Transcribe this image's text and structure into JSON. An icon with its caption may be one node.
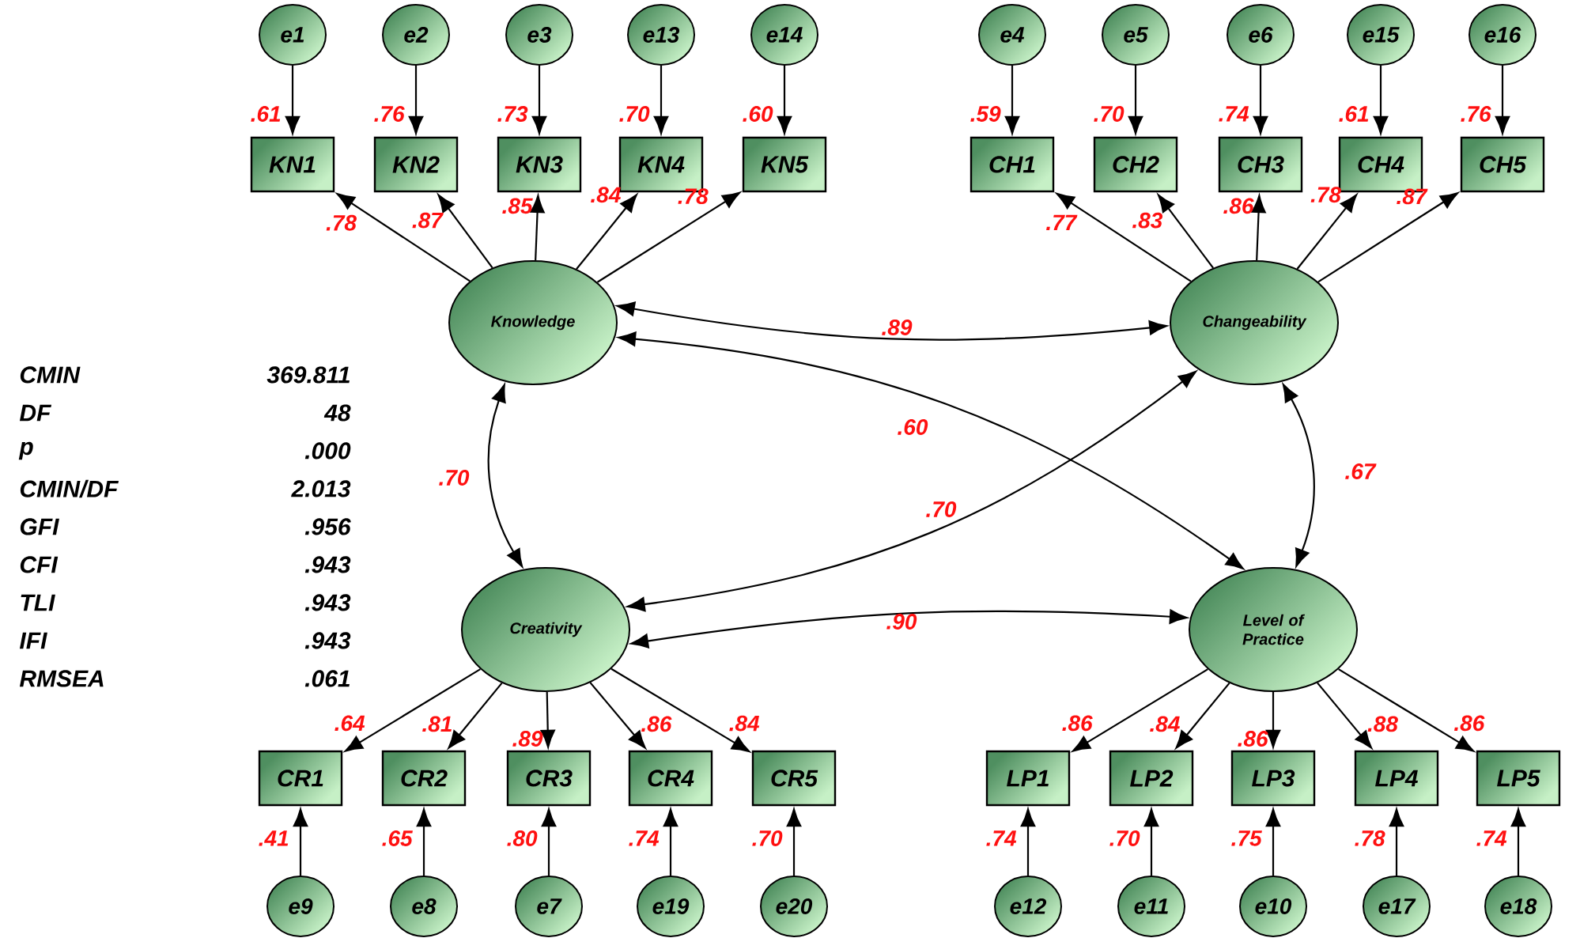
{
  "diagram": {
    "nodes": [
      {
        "text": [
          "e1"
        ]
      },
      {
        "text": [
          "e2"
        ]
      },
      {
        "text": [
          "e3"
        ]
      },
      {
        "text": [
          "e13"
        ]
      },
      {
        "text": [
          "e14"
        ]
      },
      {
        "text": [
          "e4"
        ]
      },
      {
        "text": [
          "e5"
        ]
      },
      {
        "text": [
          "e6"
        ]
      },
      {
        "text": [
          "e15"
        ]
      },
      {
        "text": [
          "e16"
        ]
      },
      {
        "text": [
          "KN1"
        ],
        "beside": [
          ".61"
        ]
      },
      {
        "text": [
          "KN2"
        ],
        "beside": [
          ".76"
        ]
      },
      {
        "text": [
          "KN3"
        ],
        "beside": [
          ".73"
        ]
      },
      {
        "text": [
          "KN4"
        ],
        "beside": [
          ".70"
        ]
      },
      {
        "text": [
          "KN5"
        ],
        "beside": [
          ".60"
        ]
      },
      {
        "text": [
          "CH1"
        ],
        "beside": [
          ".59"
        ]
      },
      {
        "text": [
          "CH2"
        ],
        "beside": [
          ".70"
        ]
      },
      {
        "text": [
          "CH3"
        ],
        "beside": [
          ".74"
        ]
      },
      {
        "text": [
          "CH4"
        ],
        "beside": [
          ".61"
        ]
      },
      {
        "text": [
          "CH5"
        ],
        "beside": [
          ".76"
        ]
      },
      {
        "text": [
          "Knowledge"
        ]
      },
      {
        "text": [
          "Changeability"
        ]
      },
      {
        "text": [
          "Creativity"
        ]
      },
      {
        "text": [
          "Level of Practice"
        ]
      },
      {
        "text": [
          "CR1"
        ],
        "beside": [
          ".41"
        ]
      },
      {
        "text": [
          "CR2"
        ],
        "beside": [
          ".65"
        ]
      },
      {
        "text": [
          "CR3"
        ],
        "beside": [
          ".80"
        ]
      },
      {
        "text": [
          "CR4"
        ],
        "beside": [
          ".74"
        ]
      },
      {
        "text": [
          "CR5"
        ],
        "beside": [
          ".70"
        ]
      },
      {
        "text": [
          "LP1"
        ],
        "beside": [
          ".74"
        ]
      },
      {
        "text": [
          "LP2"
        ],
        "beside": [
          ".70"
        ]
      },
      {
        "text": [
          "LP3"
        ],
        "beside": [
          ".75"
        ]
      },
      {
        "text": [
          "LP4"
        ],
        "beside": [
          ".78"
        ]
      },
      {
        "text": [
          "LP5"
        ],
        "beside": [
          ".74"
        ]
      },
      {
        "text": [
          "e9"
        ]
      },
      {
        "text": [
          "e8"
        ]
      },
      {
        "text": [
          "e7"
        ]
      },
      {
        "text": [
          "e19"
        ]
      },
      {
        "text": [
          "e20"
        ]
      },
      {
        "text": [
          "e12"
        ]
      },
      {
        "text": [
          "e11"
        ]
      },
      {
        "text": [
          "e10"
        ]
      },
      {
        "text": [
          "e17"
        ]
      },
      {
        "text": [
          "e18"
        ]
      }
    ],
    "edges": [
      {
        "from": 0,
        "to": 10,
        "arrow": "to"
      },
      {
        "from": 1,
        "to": 11,
        "arrow": "to"
      },
      {
        "from": 2,
        "to": 12,
        "arrow": "to"
      },
      {
        "from": 3,
        "to": 13,
        "arrow": "to"
      },
      {
        "from": 4,
        "to": 14,
        "arrow": "to"
      },
      {
        "from": 5,
        "to": 15,
        "arrow": "to"
      },
      {
        "from": 6,
        "to": 16,
        "arrow": "to"
      },
      {
        "from": 7,
        "to": 17,
        "arrow": "to"
      },
      {
        "from": 8,
        "to": 18,
        "arrow": "to"
      },
      {
        "from": 9,
        "to": 19,
        "arrow": "to"
      },
      {
        "from": 20,
        "to": 10,
        "arrow": "to",
        "label": ".78"
      },
      {
        "from": 20,
        "to": 11,
        "arrow": "to",
        "label": ".87"
      },
      {
        "from": 20,
        "to": 12,
        "arrow": "to",
        "label": ".85"
      },
      {
        "from": 20,
        "to": 13,
        "arrow": "to",
        "label": ".84"
      },
      {
        "from": 20,
        "to": 14,
        "arrow": "to",
        "label": ".78"
      },
      {
        "from": 21,
        "to": 15,
        "arrow": "to",
        "label": ".77"
      },
      {
        "from": 21,
        "to": 16,
        "arrow": "to",
        "label": ".83"
      },
      {
        "from": 21,
        "to": 17,
        "arrow": "to",
        "label": ".86"
      },
      {
        "from": 21,
        "to": 18,
        "arrow": "to",
        "label": ".78"
      },
      {
        "from": 21,
        "to": 19,
        "arrow": "to",
        "label": ".87"
      },
      {
        "from": 20,
        "to": 21,
        "arrow": "both",
        "label": ".89"
      },
      {
        "from": 20,
        "to": 22,
        "arrow": "both",
        "label": ".70"
      },
      {
        "from": 21,
        "to": 23,
        "arrow": "both",
        "label": ".67"
      },
      {
        "from": 20,
        "to": 23,
        "arrow": "both",
        "label": ".60"
      },
      {
        "from": 21,
        "to": 22,
        "arrow": "both",
        "label": ".70"
      },
      {
        "from": 22,
        "to": 23,
        "arrow": "both",
        "label": ".90"
      },
      {
        "from": 22,
        "to": 24,
        "arrow": "to",
        "label": ".64"
      },
      {
        "from": 22,
        "to": 25,
        "arrow": "to",
        "label": ".81"
      },
      {
        "from": 22,
        "to": 26,
        "arrow": "to",
        "label": ".89"
      },
      {
        "from": 22,
        "to": 27,
        "arrow": "to",
        "label": ".86"
      },
      {
        "from": 22,
        "to": 28,
        "arrow": "to",
        "label": ".84"
      },
      {
        "from": 23,
        "to": 29,
        "arrow": "to",
        "label": ".86"
      },
      {
        "from": 23,
        "to": 30,
        "arrow": "to",
        "label": ".84"
      },
      {
        "from": 23,
        "to": 31,
        "arrow": "to",
        "label": ".86"
      },
      {
        "from": 23,
        "to": 32,
        "arrow": "to",
        "label": ".88"
      },
      {
        "from": 23,
        "to": 33,
        "arrow": "to",
        "label": ".86"
      },
      {
        "from": 34,
        "to": 24,
        "arrow": "to"
      },
      {
        "from": 35,
        "to": 25,
        "arrow": "to"
      },
      {
        "from": 36,
        "to": 26,
        "arrow": "to"
      },
      {
        "from": 37,
        "to": 27,
        "arrow": "to"
      },
      {
        "from": 38,
        "to": 28,
        "arrow": "to"
      },
      {
        "from": 39,
        "to": 29,
        "arrow": "to"
      },
      {
        "from": 40,
        "to": 30,
        "arrow": "to"
      },
      {
        "from": 41,
        "to": 31,
        "arrow": "to"
      },
      {
        "from": 42,
        "to": 32,
        "arrow": "to"
      },
      {
        "from": 43,
        "to": 33,
        "arrow": "to"
      }
    ],
    "labels": [
      "CMIN",
      "369.811",
      "DF",
      "48",
      "p",
      ".000",
      "CMIN/DF",
      "2.013",
      "GFI",
      ".956",
      "CFI",
      ".943",
      "TLI",
      ".943",
      "IFI",
      ".943",
      "RMSEA",
      ".061"
    ]
  }
}
